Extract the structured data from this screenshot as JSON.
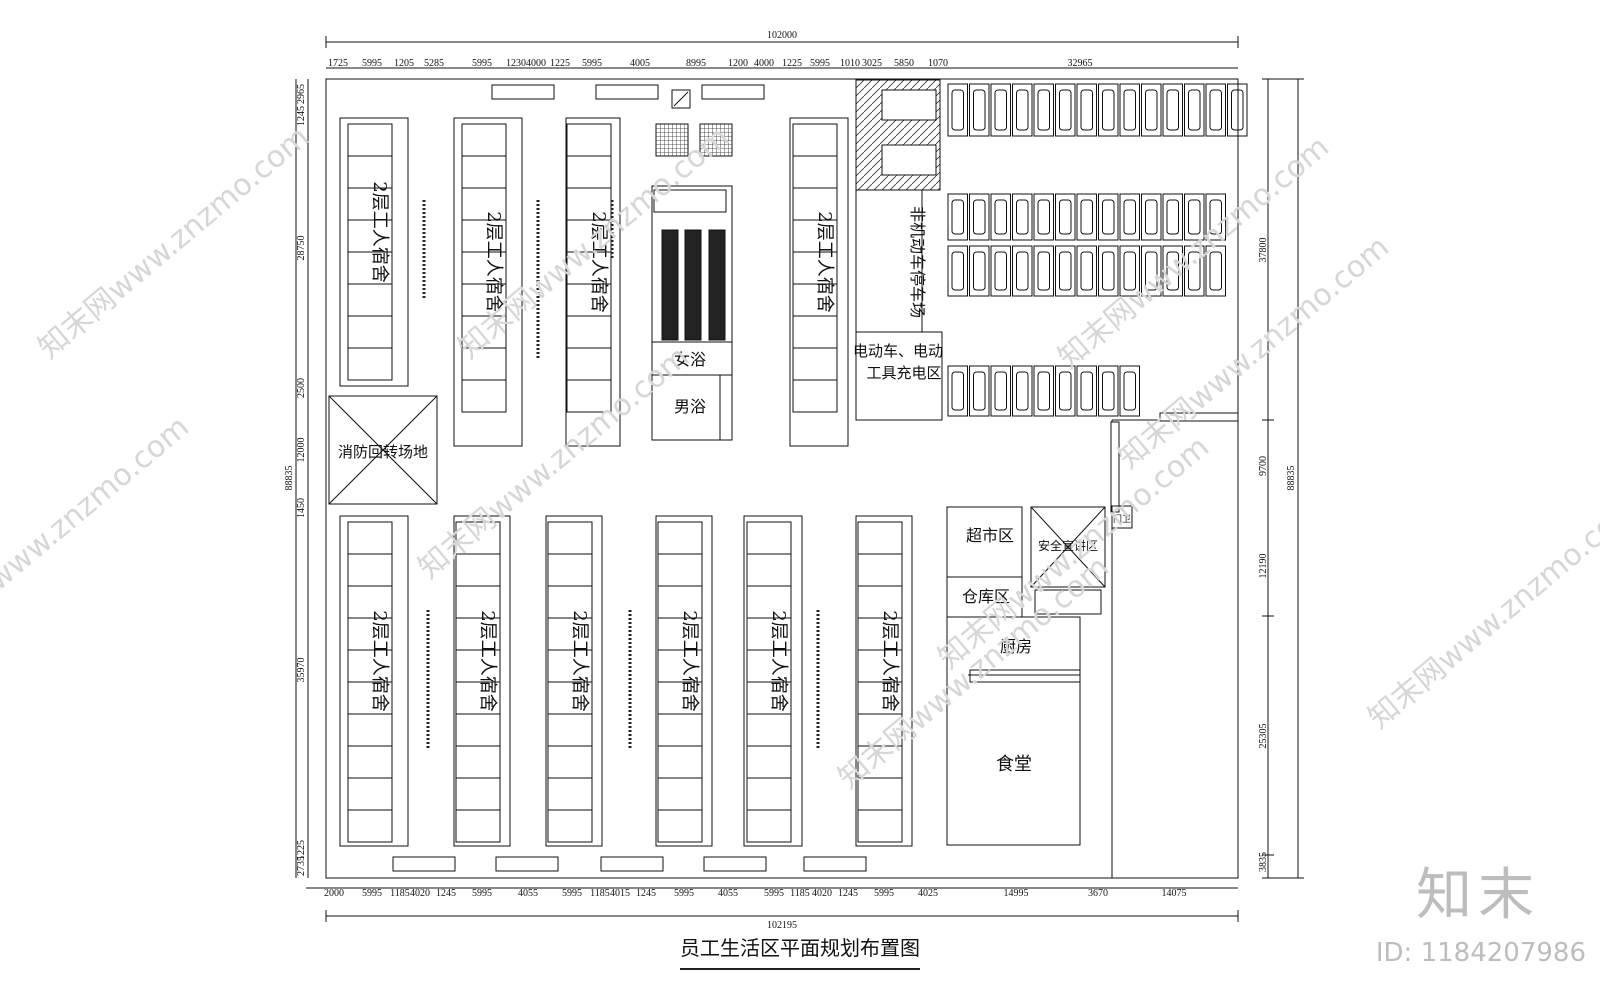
{
  "drawing": {
    "title": "员工生活区平面规划布置图",
    "labels": {
      "dorm": "2层工人宿舍",
      "fire_turn": "消防回转场地",
      "female_bath": "女浴",
      "male_bath": "男浴",
      "nonmotor_parking": "非机动车停车场",
      "charging_1": "电动车、电动",
      "charging_2": "工具充电区",
      "supermarket": "超市区",
      "safety_room": "安全宣讲区",
      "warehouse": "仓库区",
      "kitchen": "厨房",
      "canteen": "食堂",
      "gate": "门卫"
    },
    "dims": {
      "top_total": "102000",
      "bottom_total": "102195",
      "left_total": "88835",
      "right_total": "88835",
      "top": [
        "1725",
        "5995",
        "1205",
        "5285",
        "5995",
        "1230",
        "4000",
        "1225",
        "5995",
        "4005",
        "8995",
        "1200",
        "4000",
        "1225",
        "5995",
        "1010",
        "3025",
        "5850",
        "1070",
        "32965"
      ],
      "bottom": [
        "2000",
        "5995",
        "1185",
        "4020",
        "1245",
        "5995",
        "4055",
        "5995",
        "1185",
        "4015",
        "1245",
        "5995",
        "4055",
        "5995",
        "1185",
        "4020",
        "1245",
        "5995",
        "4025",
        "14995",
        "3670",
        "14075"
      ],
      "left": [
        "2965",
        "1245",
        "28750",
        "2500",
        "12000",
        "1450",
        "35970",
        "1225",
        "2735"
      ],
      "right": [
        "37800",
        "9700",
        "12190",
        "25305",
        "3835"
      ]
    }
  },
  "watermark": {
    "brand": "知末",
    "id_text": "ID: 1184207986",
    "site": "知末网www.znzmo.com"
  }
}
